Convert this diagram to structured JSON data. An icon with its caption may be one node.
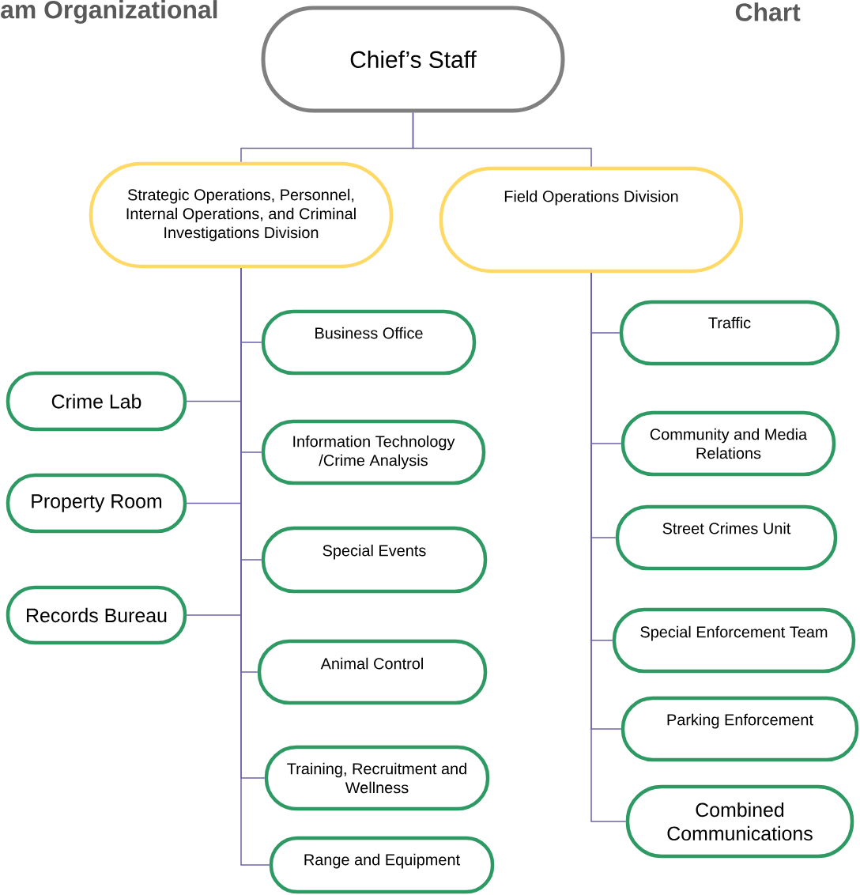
{
  "diagram": {
    "nodes": [
      {
        "text": [
          "Chief’s Staff"
        ]
      },
      {
        "text": [
          "Strategic Operations, Personnel, Internal Operations, and Criminal Investigations Division"
        ]
      },
      {
        "text": [
          "Field Operations Division"
        ]
      },
      {
        "text": [
          "Business Office"
        ]
      },
      {
        "text": [
          "Crime Lab"
        ]
      },
      {
        "text": [
          "Information Technology /Crime Analysis"
        ]
      },
      {
        "text": [
          "Property Room"
        ]
      },
      {
        "text": [
          "Special Events"
        ]
      },
      {
        "text": [
          "Records Bureau"
        ]
      },
      {
        "text": [
          "Animal Control"
        ]
      },
      {
        "text": [
          "Training, Recruitment and Wellness"
        ]
      },
      {
        "text": [
          "Range and Equipment"
        ]
      },
      {
        "text": [
          "Traffic"
        ]
      },
      {
        "text": [
          "Community and Media Relations"
        ]
      },
      {
        "text": [
          "Street Crimes Unit"
        ]
      },
      {
        "text": [
          "Special Enforcement Team"
        ]
      },
      {
        "text": [
          "Parking Enforcement"
        ]
      },
      {
        "text": [
          "Combined Communications"
        ]
      }
    ],
    "edges": [
      {
        "from": 0,
        "to": 1,
        "arrow": "none"
      },
      {
        "from": 0,
        "to": 2,
        "arrow": "none"
      },
      {
        "from": 1,
        "to": 3,
        "arrow": "none"
      },
      {
        "from": 1,
        "to": 4,
        "arrow": "none"
      },
      {
        "from": 1,
        "to": 5,
        "arrow": "none"
      },
      {
        "from": 1,
        "to": 6,
        "arrow": "none"
      },
      {
        "from": 1,
        "to": 7,
        "arrow": "none"
      },
      {
        "from": 1,
        "to": 8,
        "arrow": "none"
      },
      {
        "from": 1,
        "to": 9,
        "arrow": "none"
      },
      {
        "from": 1,
        "to": 10,
        "arrow": "none"
      },
      {
        "from": 1,
        "to": 11,
        "arrow": "none"
      },
      {
        "from": 2,
        "to": 12,
        "arrow": "none"
      },
      {
        "from": 2,
        "to": 13,
        "arrow": "none"
      },
      {
        "from": 2,
        "to": 14,
        "arrow": "none"
      },
      {
        "from": 2,
        "to": 15,
        "arrow": "none"
      },
      {
        "from": 2,
        "to": 16,
        "arrow": "none"
      },
      {
        "from": 2,
        "to": 17,
        "arrow": "none"
      }
    ],
    "labels": [
      "am Organizational",
      "Chart"
    ]
  }
}
